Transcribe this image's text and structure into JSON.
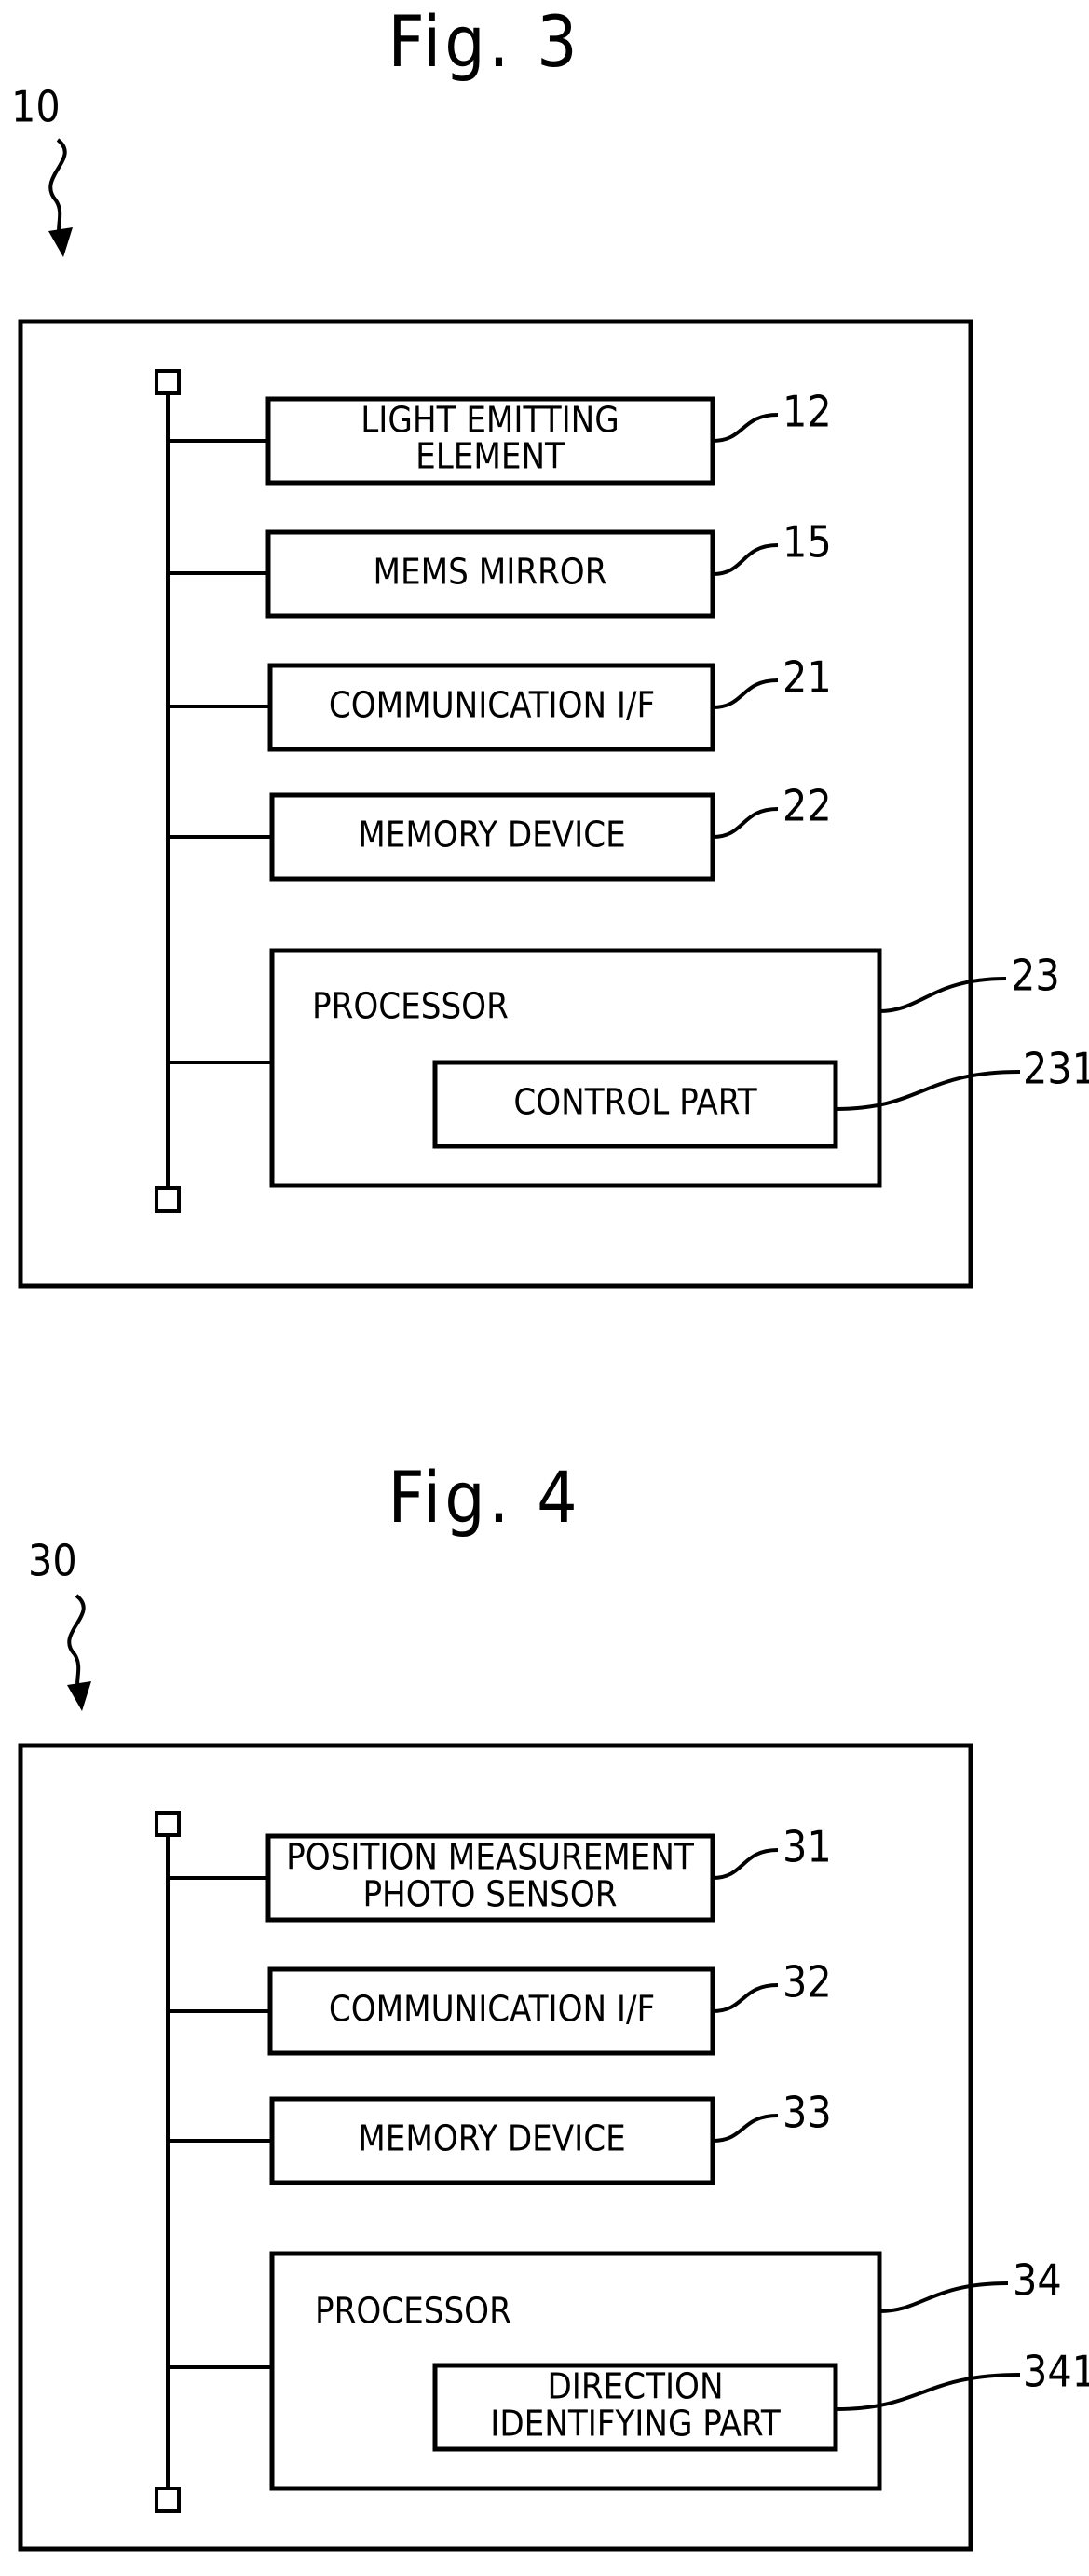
{
  "fig3": {
    "title": "Fig. 3",
    "device_ref": "10",
    "blocks": [
      {
        "lines": [
          "LIGHT EMITTING",
          "ELEMENT"
        ],
        "ref": "12"
      },
      {
        "lines": [
          "MEMS MIRROR"
        ],
        "ref": "15"
      },
      {
        "lines": [
          "COMMUNICATION I/F"
        ],
        "ref": "21"
      },
      {
        "lines": [
          "MEMORY DEVICE"
        ],
        "ref": "22"
      }
    ],
    "processor": {
      "label": "PROCESSOR",
      "ref": "23",
      "sub_lines": [
        "CONTROL PART"
      ],
      "sub_ref": "231"
    }
  },
  "fig4": {
    "title": "Fig. 4",
    "device_ref": "30",
    "blocks": [
      {
        "lines": [
          "POSITION MEASUREMENT",
          "PHOTO SENSOR"
        ],
        "ref": "31"
      },
      {
        "lines": [
          "COMMUNICATION I/F"
        ],
        "ref": "32"
      },
      {
        "lines": [
          "MEMORY DEVICE"
        ],
        "ref": "33"
      }
    ],
    "processor": {
      "label": "PROCESSOR",
      "ref": "34",
      "sub_lines": [
        "DIRECTION",
        "IDENTIFYING PART"
      ],
      "sub_ref": "341"
    }
  }
}
